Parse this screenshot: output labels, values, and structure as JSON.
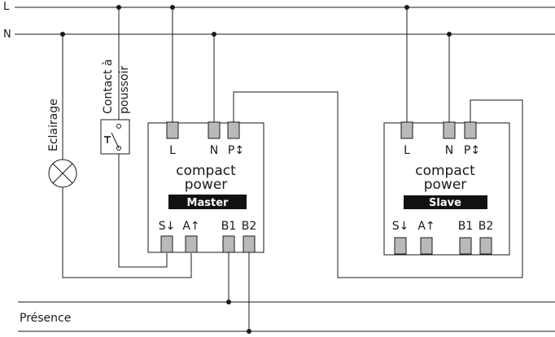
{
  "rails": {
    "line": "L",
    "neutral": "N",
    "presence": "Présence"
  },
  "lamp": {
    "label": "Eclairage"
  },
  "pushbutton": {
    "line1": "Contact à",
    "line2": "poussoir"
  },
  "master": {
    "line1": "compact",
    "line2": "power",
    "badge": "Master",
    "top_terms": [
      "L",
      "N",
      "P↕"
    ],
    "bottom_terms": [
      "S↓",
      "A↑",
      "B1",
      "B2"
    ]
  },
  "slave": {
    "line1": "compact",
    "line2": "power",
    "badge": "Slave",
    "top_terms": [
      "L",
      "N",
      "P↕"
    ],
    "bottom_terms": [
      "S↓",
      "A↑",
      "B1",
      "B2"
    ]
  },
  "colors": {
    "wire": "#1a1a1a",
    "terminal": "#b9b9b9",
    "badge": "#111111"
  }
}
